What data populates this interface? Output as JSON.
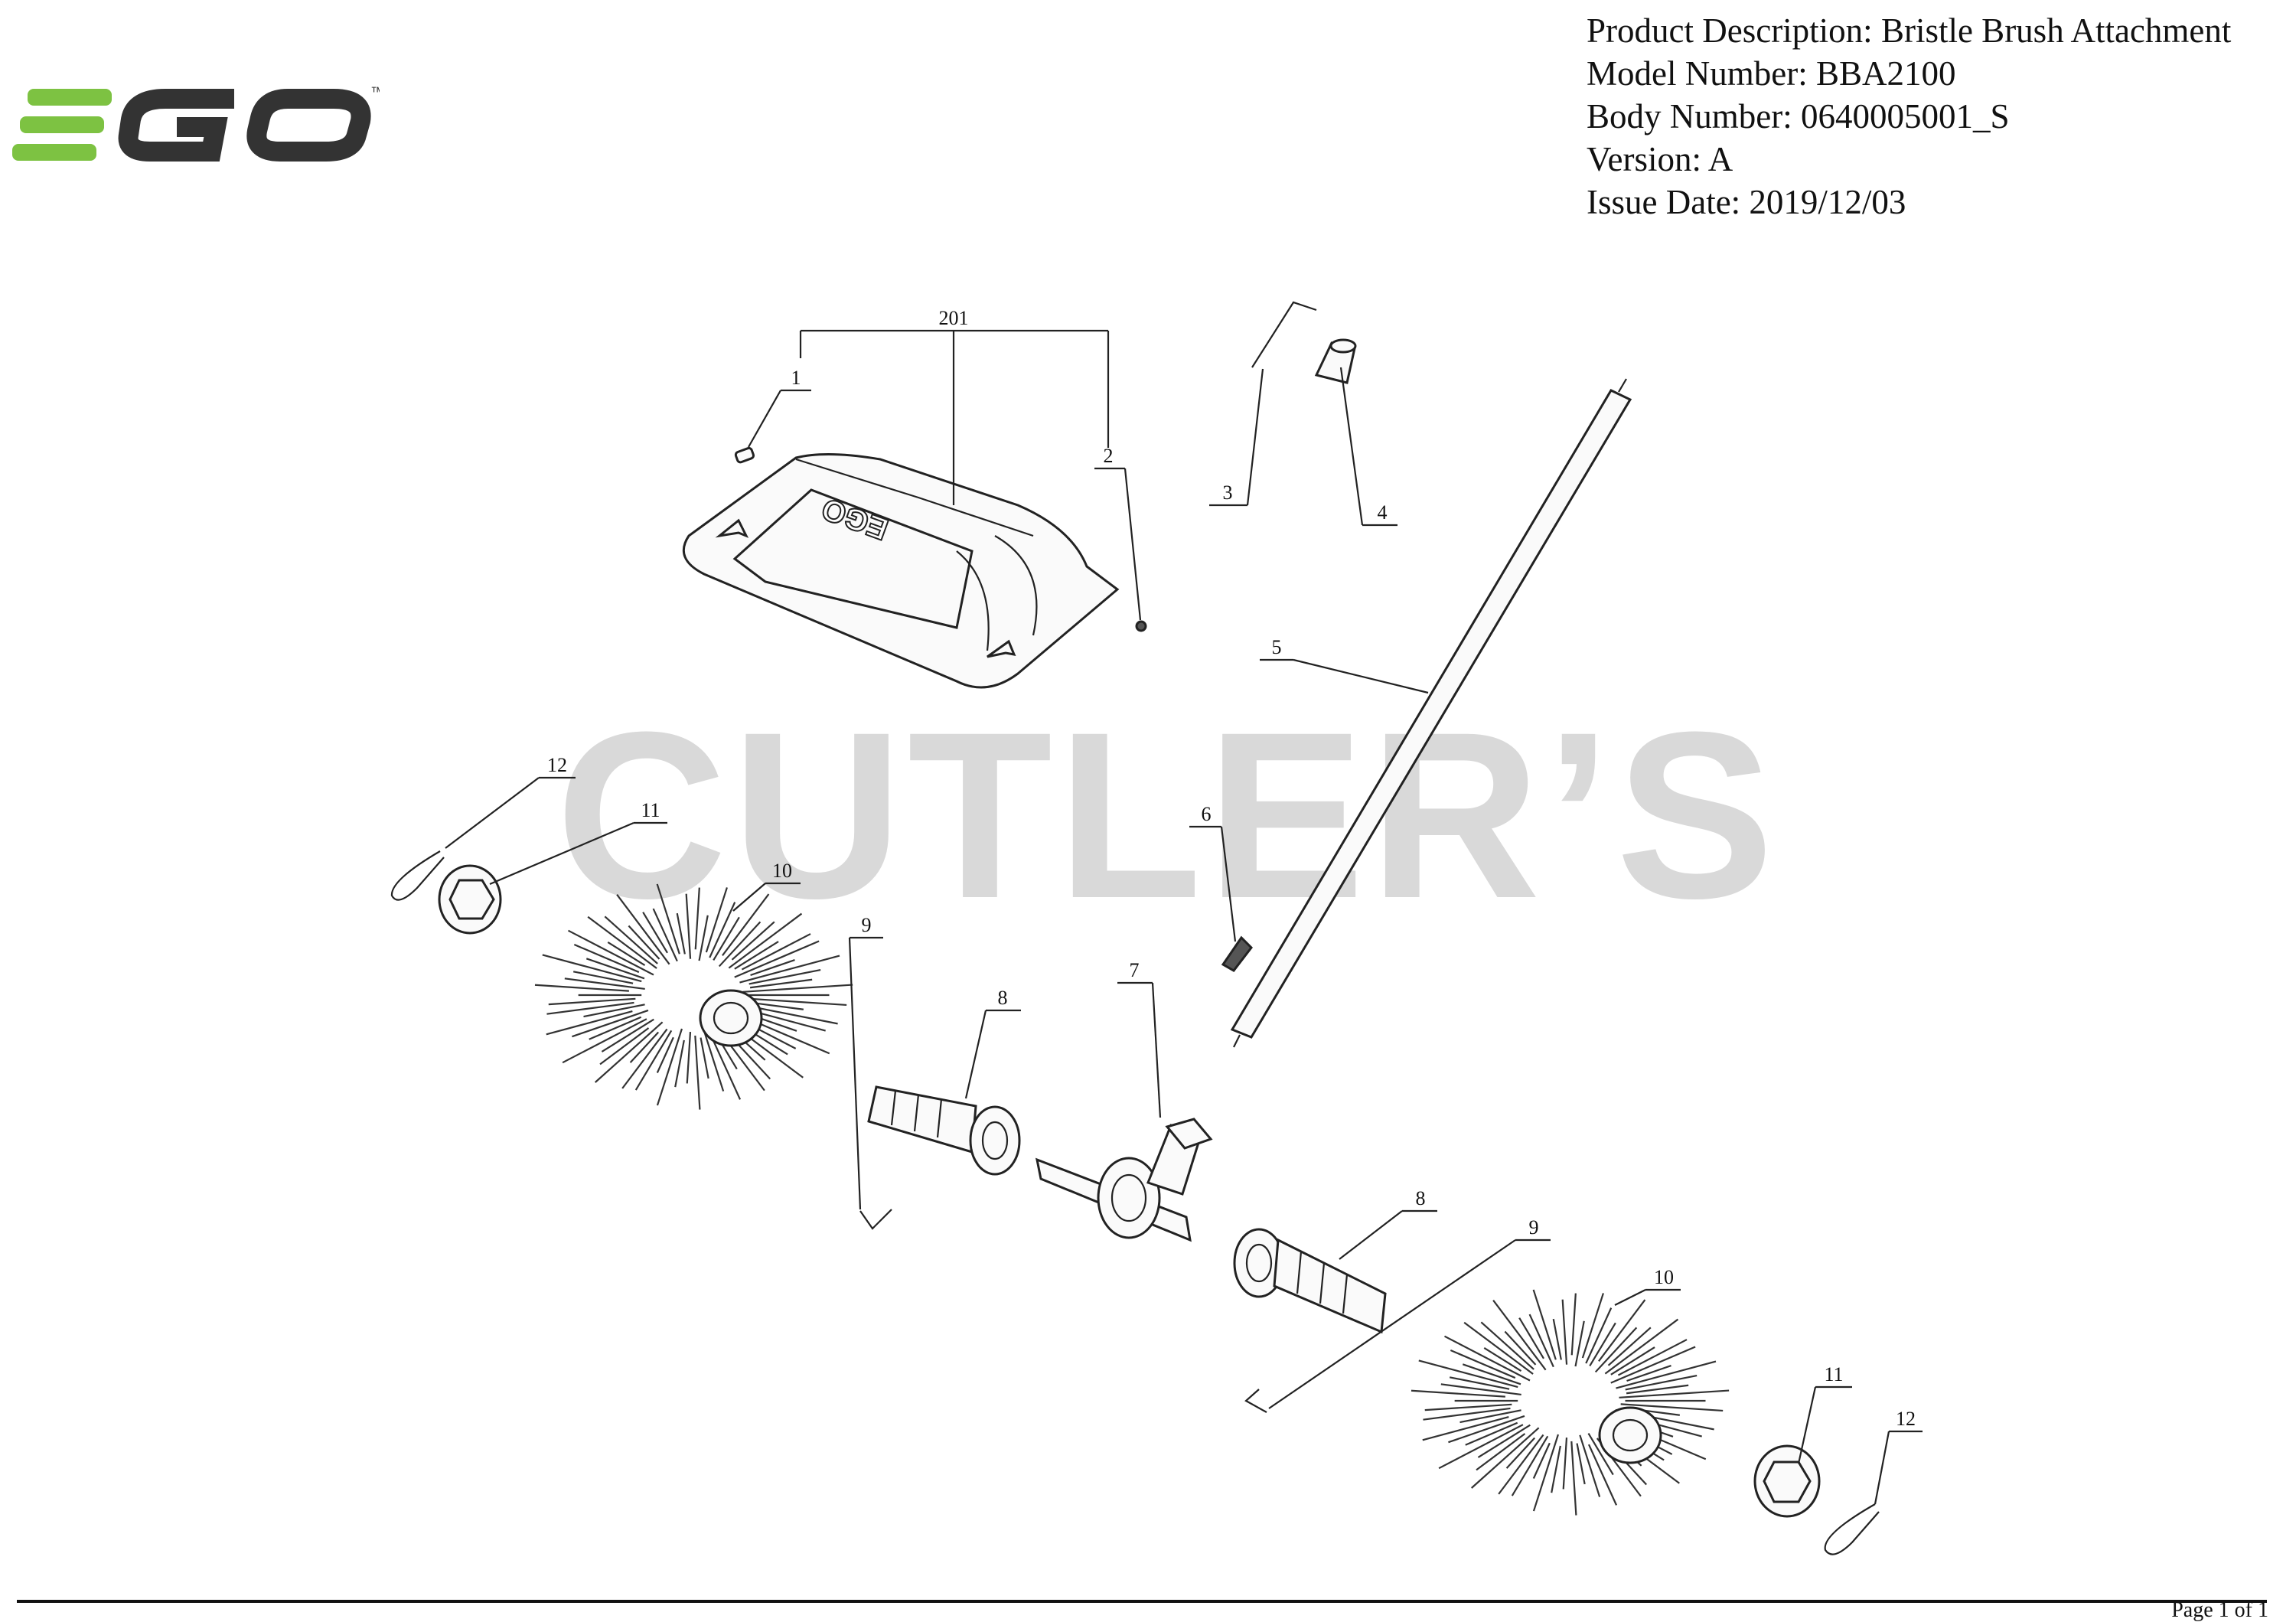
{
  "brand": {
    "logo_text": "EGO",
    "trademark": "™",
    "logo_color": "#7DC242",
    "logo_dark_color": "#333333"
  },
  "product_info": {
    "description": "Product Description: Bristle Brush Attachment",
    "model": "Model Number: BBA2100",
    "body": "Body Number: 0640005001_S",
    "version": "Version: A",
    "issue_date": "Issue Date: 2019/12/03"
  },
  "watermark": {
    "text": "CUTLER’S",
    "color": "#d9d9d9"
  },
  "callouts": {
    "c201": "201",
    "c1": "1",
    "c2": "2",
    "c3": "3",
    "c4": "4",
    "c5": "5",
    "c6": "6",
    "c7": "7",
    "c8a": "8",
    "c8b": "8",
    "c9a": "9",
    "c9b": "9",
    "c10a": "10",
    "c10b": "10",
    "c11a": "11",
    "c11b": "11",
    "c12a": "12",
    "c12b": "12"
  },
  "footer": {
    "page": "Page 1 of 1"
  }
}
